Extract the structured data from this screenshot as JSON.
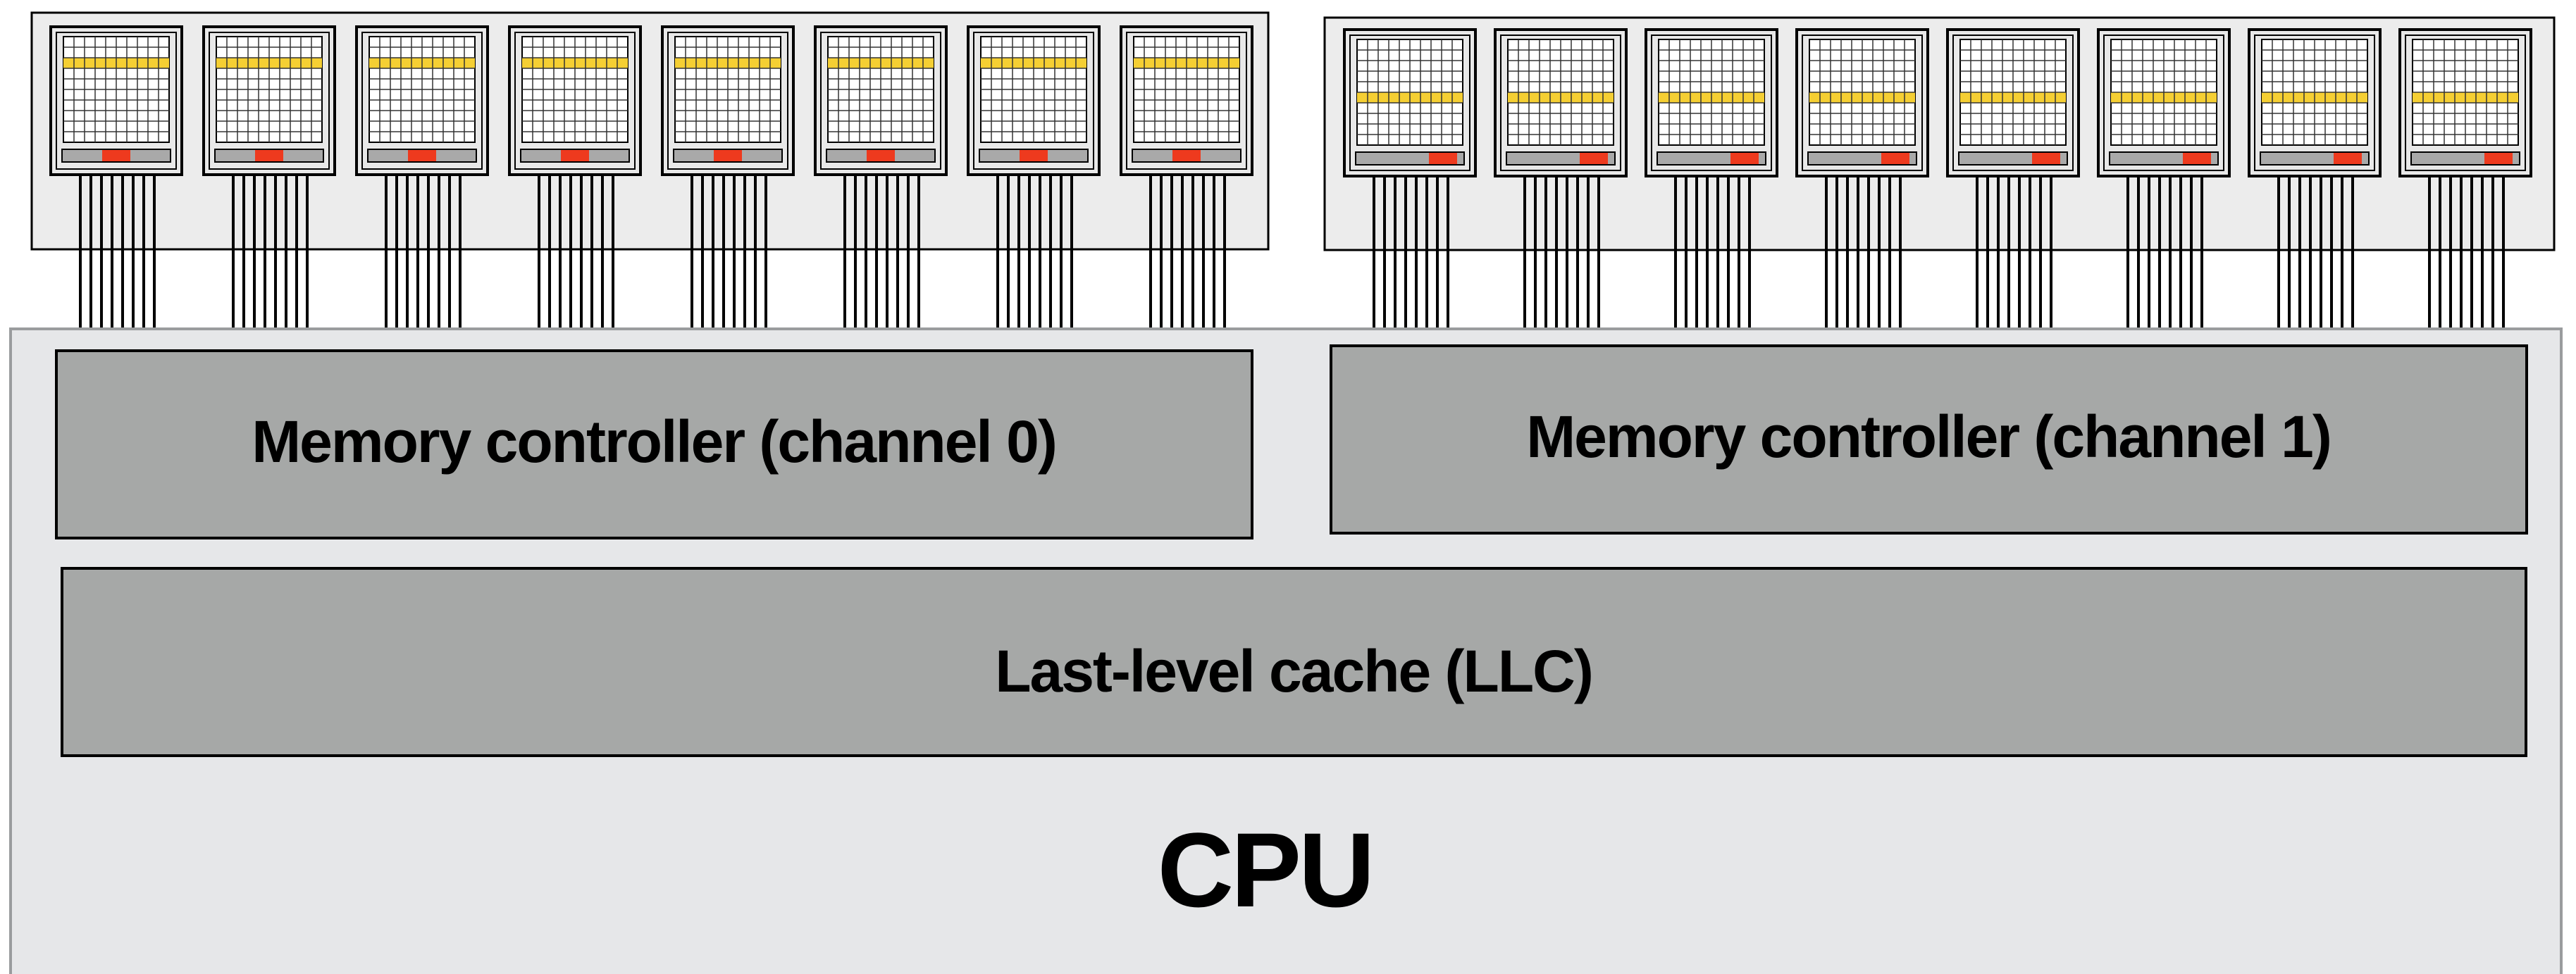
{
  "labels": {
    "controller0": "Memory controller (channel 0)",
    "controller1": "Memory controller (channel 1)",
    "llc": "Last-level cache (LLC)",
    "cpu": "CPU"
  },
  "colors": {
    "cpu_fill": "#e6e7e9",
    "block_fill": "#a6a8a7",
    "module_fill": "#ececec",
    "chip_fill": "#e8e8e8",
    "row_buffer": "#f5cf33",
    "bank_highlight": "#ee3a1e",
    "outline": "#000000"
  },
  "dimms": [
    {
      "name": "channel-0-dimm",
      "chips": 8,
      "active_row": 2,
      "active_bank_position": "middle"
    },
    {
      "name": "channel-1-dimm",
      "chips": 8,
      "active_row": 5,
      "active_bank_position": "right"
    }
  ]
}
